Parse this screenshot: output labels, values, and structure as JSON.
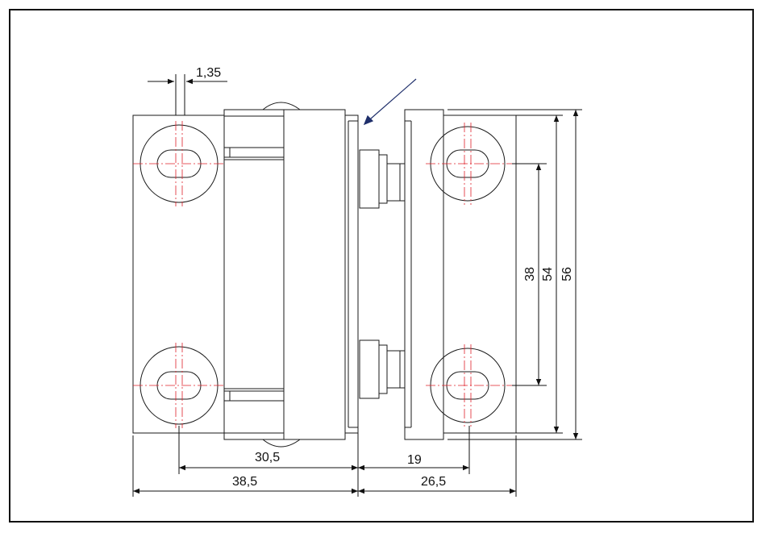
{
  "drawing": {
    "dimensions": {
      "gap": "1,35",
      "left_inner": "30,5",
      "left_outer": "38,5",
      "right_inner": "19",
      "right_outer": "26,5",
      "hole_pitch": "38",
      "plate_height": "54",
      "overall_height": "56"
    },
    "colors": {
      "line": "#1a1a1a",
      "centerline": "#e0202a",
      "leader": "#1f2f6b",
      "frame": "#111111",
      "background": "#ffffff"
    }
  }
}
